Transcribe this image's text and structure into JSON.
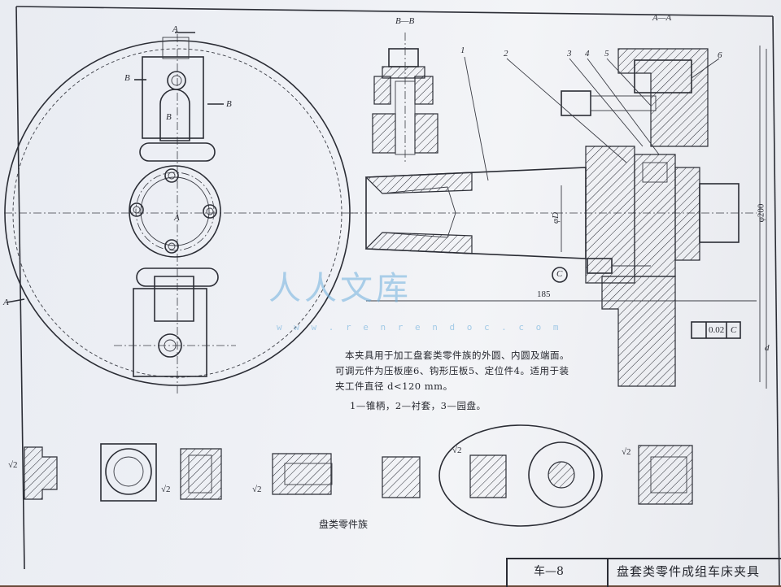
{
  "section_labels": {
    "bb": "B—B",
    "aa": "A—A",
    "a_top": "A",
    "a_bottom": "A",
    "b_left": "B",
    "b_right": "B",
    "b_center": "B",
    "a_center": "A"
  },
  "part_numbers": [
    "1",
    "2",
    "3",
    "4",
    "5",
    "6"
  ],
  "dimensions": {
    "phi_d": "φD",
    "length": "185",
    "phi200": "φ200",
    "datum": "C",
    "tolerance_value": "0.02",
    "tolerance_datum": "C",
    "d_mark": "d"
  },
  "roughness": [
    "√2",
    "√2",
    "√2",
    "√2",
    "√2"
  ],
  "description": {
    "line1": "本夹具用于加工盘套类零件族的外圆、内圆及端面。",
    "line2": "可调元件为压板座6、钩形压板5、定位件4。适用于装",
    "line3": "夹工件直径 d<120 mm。",
    "legend": "1—锥柄，2—衬套，3—园盘。"
  },
  "family_label": "盘类零件族",
  "title_block": {
    "code": "车—8",
    "name": "盘套类零件成组车床夹具"
  },
  "watermark": {
    "text": "人人文库",
    "url": "w w w . r e n r e n d o c . c o m"
  }
}
